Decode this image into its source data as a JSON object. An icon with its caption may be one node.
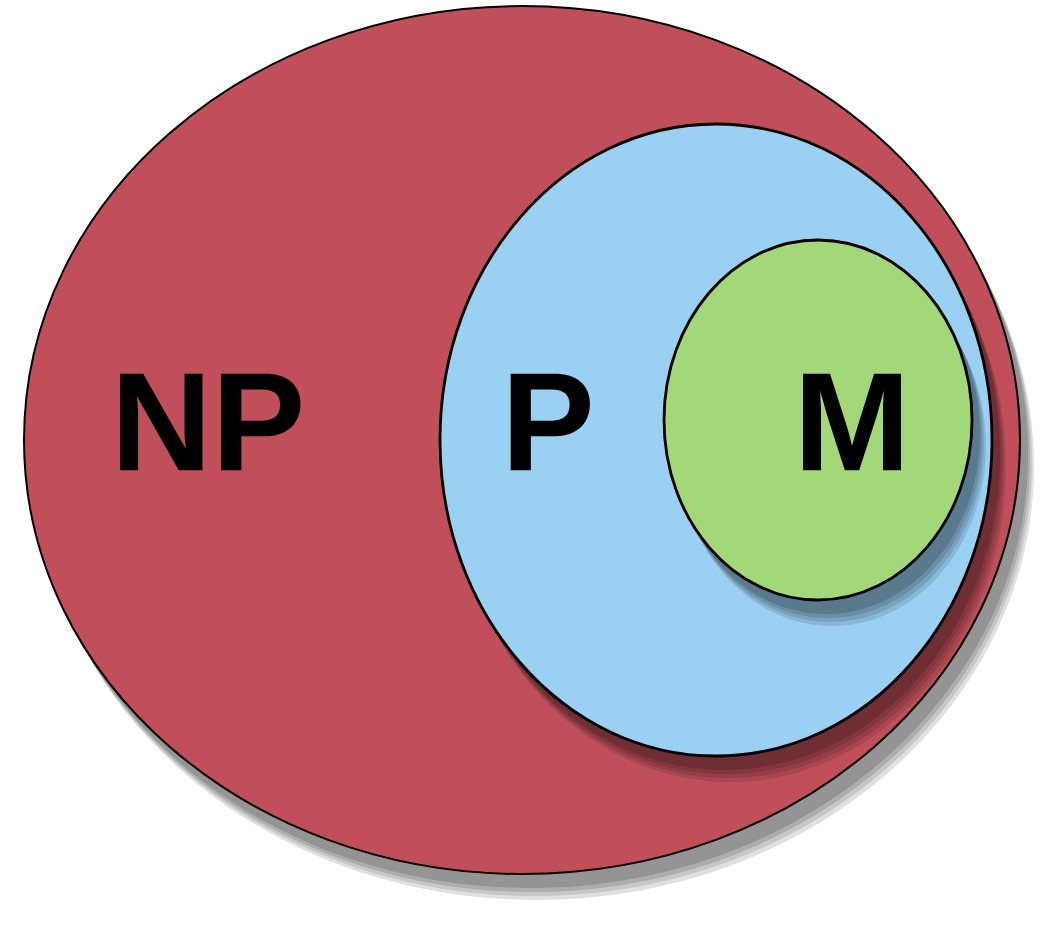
{
  "diagram": {
    "nodes": [
      {
        "text": [
          "NP"
        ]
      },
      {
        "text": [
          "P"
        ],
        "in": 0
      },
      {
        "text": [
          "M"
        ],
        "in": 1
      }
    ]
  }
}
